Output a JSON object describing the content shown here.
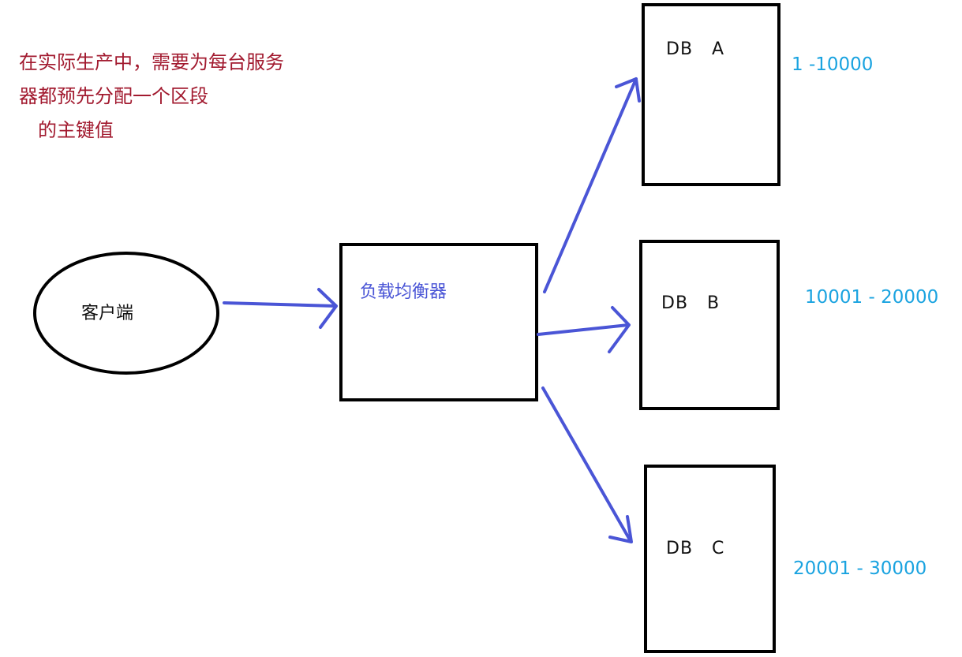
{
  "note": {
    "line1": "在实际生产中，需要为每台服务",
    "line2": "器都预先分配一个区段",
    "line3": "的主键值"
  },
  "client": {
    "label": "客户端"
  },
  "load_balancer": {
    "label": "负载均衡器"
  },
  "databases": [
    {
      "label": "DB   A",
      "range": "1 -10000"
    },
    {
      "label": "DB   B",
      "range": "10001 - 20000"
    },
    {
      "label": "DB   C",
      "range": "20001 - 30000"
    }
  ],
  "colors": {
    "note": "#a21a2f",
    "arrow": "#4a55d6",
    "lb_text": "#4a55d6",
    "range": "#1aa3e0",
    "stroke": "#000000"
  }
}
